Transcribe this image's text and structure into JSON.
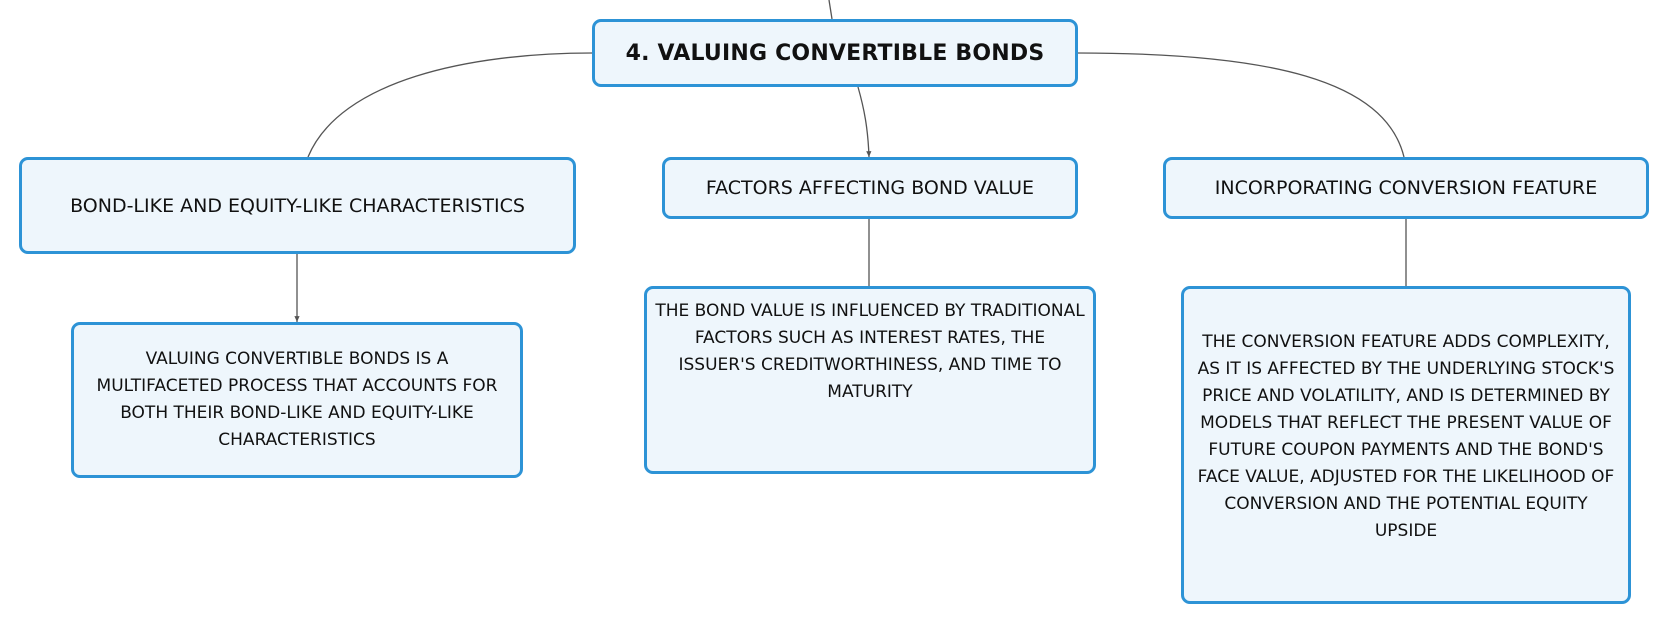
{
  "root": {
    "label": "4. VALUING CONVERTIBLE BONDS"
  },
  "branches": [
    {
      "label": "BOND-LIKE AND EQUITY-LIKE CHARACTERISTICS",
      "detail": "VALUING CONVERTIBLE BONDS IS A MULTIFACETED PROCESS THAT ACCOUNTS FOR BOTH THEIR BOND-LIKE AND EQUITY-LIKE CHARACTERISTICS"
    },
    {
      "label": "FACTORS AFFECTING BOND VALUE",
      "detail": "THE BOND VALUE IS INFLUENCED BY TRADITIONAL FACTORS SUCH AS INTEREST RATES, THE ISSUER'S CREDITWORTHINESS, AND TIME TO MATURITY"
    },
    {
      "label": "INCORPORATING CONVERSION FEATURE",
      "detail": "THE CONVERSION FEATURE ADDS COMPLEXITY, AS IT IS AFFECTED BY THE UNDERLYING STOCK'S PRICE AND VOLATILITY, AND IS DETERMINED BY MODELS THAT REFLECT THE PRESENT VALUE OF FUTURE COUPON PAYMENTS AND THE BOND'S FACE VALUE, ADJUSTED FOR THE LIKELIHOOD OF CONVERSION AND THE POTENTIAL EQUITY UPSIDE"
    }
  ],
  "colors": {
    "node_border": "#2d93d6",
    "node_fill": "#eef6fc",
    "connector": "#555555",
    "text": "#111111"
  }
}
